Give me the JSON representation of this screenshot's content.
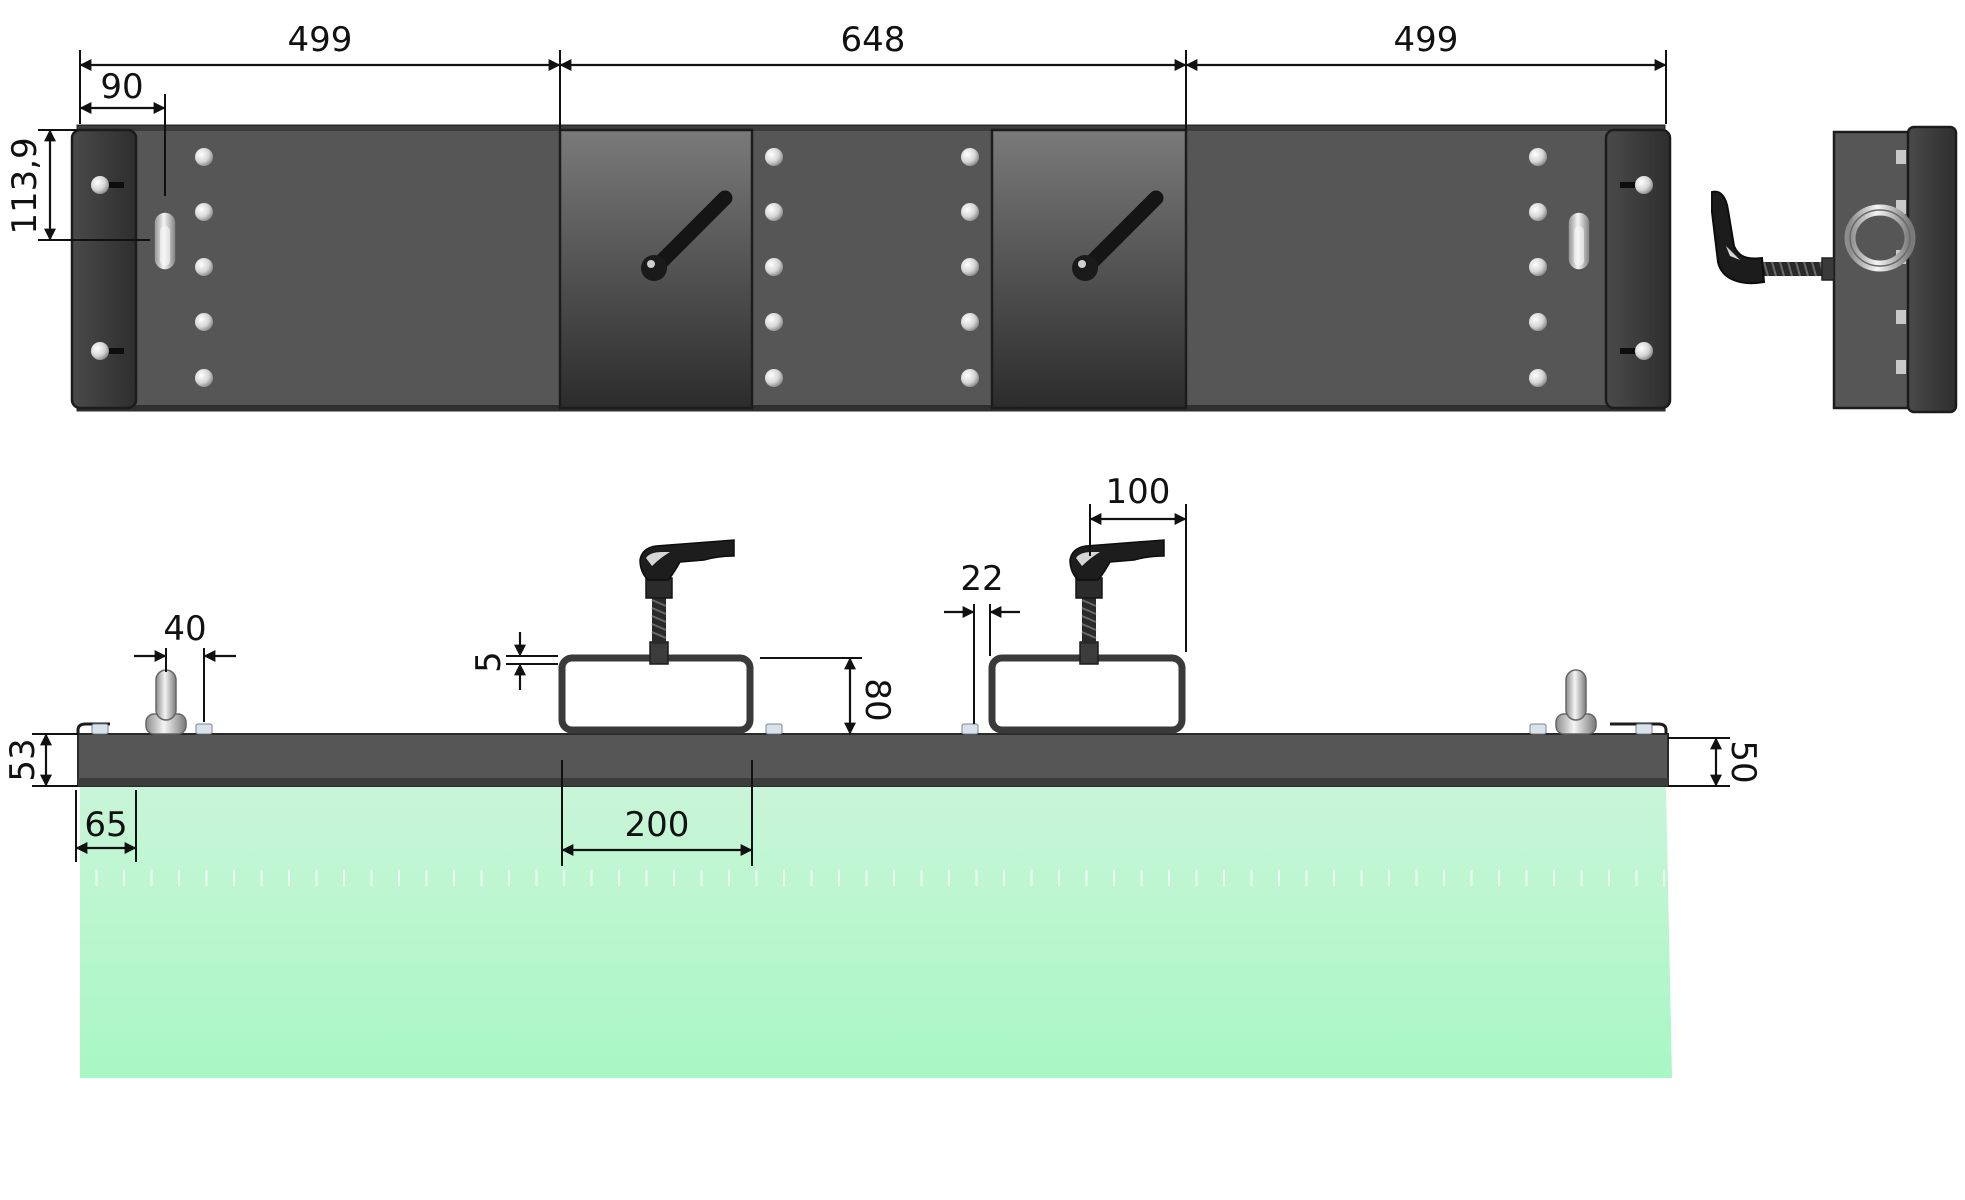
{
  "drawing": {
    "colors": {
      "body": "#565656",
      "body_dark": "#3a3a3a",
      "clamp_plate_top": "#7a7a7a",
      "clamp_plate_bottom": "#2c2c2c",
      "bolt": "#e8e8e8",
      "bristles": "#a8f7c4",
      "line": "#111111"
    },
    "dimensions": {
      "top_left_span": "499",
      "top_middle_span": "648",
      "top_right_span": "499",
      "end_plate_width": "90",
      "pin_height": "113,9",
      "clamp_depth": "100",
      "bolt_spacing": "22",
      "pin_width": "40",
      "bracket_thickness": "5",
      "bracket_height": "80",
      "body_height_left": "53",
      "body_height_right": "50",
      "end_offset": "65",
      "bracket_width": "200"
    },
    "parts": {
      "top_view": [
        "end-plate-left",
        "clamp-plate-left",
        "clamp-plate-right",
        "end-plate-right"
      ],
      "side_view": [
        "clamp-lever",
        "threaded-rod",
        "eye-nut",
        "end-plate"
      ],
      "front_view": [
        "locking-pin-left",
        "clamp-bracket-left",
        "clamp-bracket-right",
        "locking-pin-right",
        "brush-bristles"
      ]
    }
  }
}
